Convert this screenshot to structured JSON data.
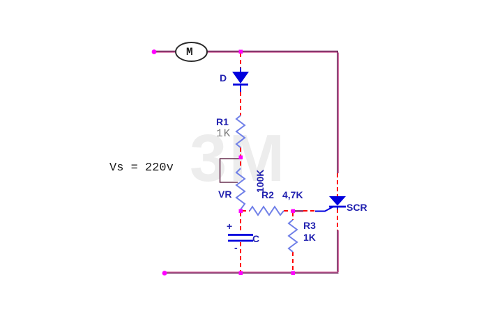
{
  "diagram": {
    "source_voltage": "Vs = 220v",
    "watermark": "3M"
  },
  "components": {
    "motor": {
      "label": "M"
    },
    "diode": {
      "label": "D"
    },
    "r1": {
      "label": "R1",
      "value": "1K"
    },
    "vr": {
      "label": "VR",
      "value": "100K"
    },
    "r2": {
      "label": "R2",
      "value": "4,7K"
    },
    "r3": {
      "label": "R3",
      "value": "1K"
    },
    "capacitor": {
      "label": "C",
      "plus": "+",
      "minus": "-"
    },
    "scr": {
      "label": "SCR"
    }
  },
  "colors": {
    "wire_dark": "#70265c",
    "wire_pink": "#d2689e",
    "wire_red": "#ff0000",
    "component_blue": "#0000dd",
    "resistor_blue": "#6f7fe8",
    "label_navy": "#2222b0",
    "junction_magenta": "#ff00ff",
    "value_gray": "#7f7f7f",
    "watermark_gray": "#ededed",
    "text_black": "#1a1a1a"
  }
}
